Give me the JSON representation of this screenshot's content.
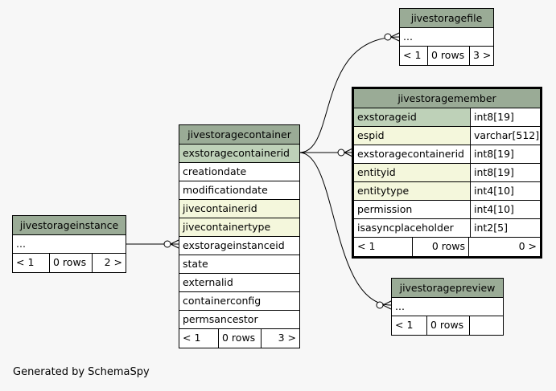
{
  "tables": {
    "jivestoragefile": {
      "name": "jivestoragefile",
      "rows": [
        "..."
      ],
      "footer": [
        "< 1",
        "0 rows",
        "3 >"
      ]
    },
    "jivestoragemember": {
      "name": "jivestoragemember",
      "columns": [
        {
          "name": "exstorageid",
          "type": "int8[19]",
          "key": "pk"
        },
        {
          "name": "espid",
          "type": "varchar[512]",
          "key": "fk"
        },
        {
          "name": "exstoragecontainerid",
          "type": "int8[19]",
          "key": ""
        },
        {
          "name": "entityid",
          "type": "int8[19]",
          "key": "fk"
        },
        {
          "name": "entitytype",
          "type": "int4[10]",
          "key": "fk"
        },
        {
          "name": "permission",
          "type": "int4[10]",
          "key": ""
        },
        {
          "name": "isasyncplaceholder",
          "type": "int2[5]",
          "key": ""
        }
      ],
      "footer": [
        "< 1",
        "0 rows",
        "0 >"
      ]
    },
    "jivestoragecontainer": {
      "name": "jivestoragecontainer",
      "columns": [
        {
          "name": "exstoragecontainerid",
          "key": "pk"
        },
        {
          "name": "creationdate",
          "key": ""
        },
        {
          "name": "modificationdate",
          "key": ""
        },
        {
          "name": "jivecontainerid",
          "key": "fk"
        },
        {
          "name": "jivecontainertype",
          "key": "fk"
        },
        {
          "name": "exstorageinstanceid",
          "key": ""
        },
        {
          "name": "state",
          "key": ""
        },
        {
          "name": "externalid",
          "key": ""
        },
        {
          "name": "containerconfig",
          "key": ""
        },
        {
          "name": "permsancestor",
          "key": ""
        }
      ],
      "footer": [
        "< 1",
        "0 rows",
        "3 >"
      ]
    },
    "jivestorageinstance": {
      "name": "jivestorageinstance",
      "rows": [
        "..."
      ],
      "footer": [
        "< 1",
        "0 rows",
        "2 >"
      ]
    },
    "jivestoragepreview": {
      "name": "jivestoragepreview",
      "rows": [
        "..."
      ],
      "footer": [
        "< 1",
        "0 rows",
        ""
      ]
    }
  },
  "footer_text": "Generated by SchemaSpy",
  "colors": {
    "header": "#9aab96",
    "primary_key": "#bed1b8",
    "foreign_key": "#f4f7dc",
    "background": "#f7f7f7"
  }
}
